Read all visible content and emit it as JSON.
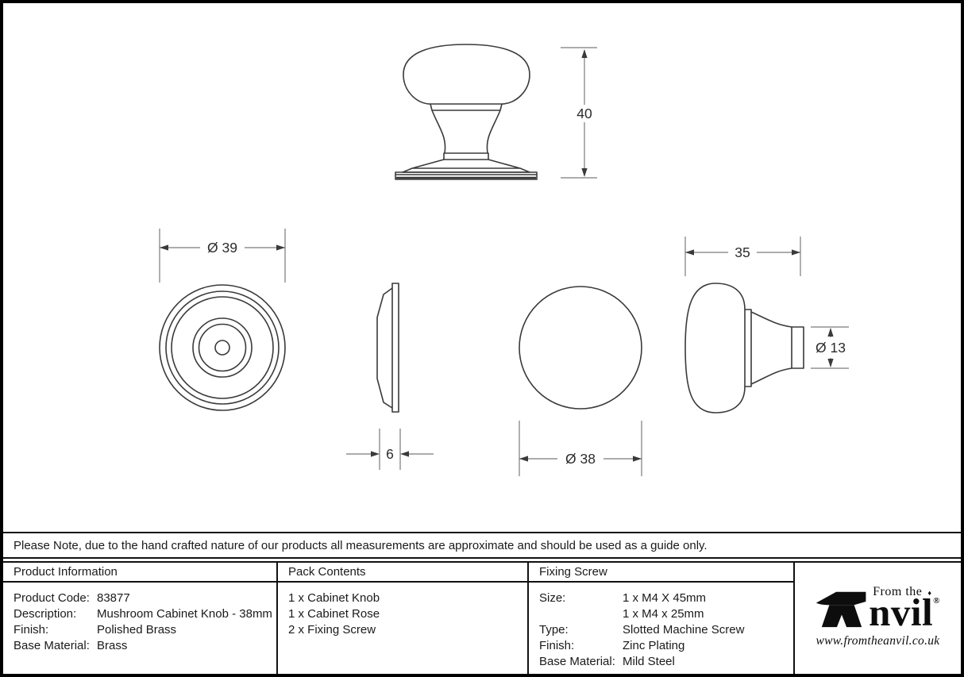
{
  "sheet": {
    "note": "Please Note, due to the hand crafted nature of our products all measurements are approximate and should be used as a guide only."
  },
  "dimensions": {
    "knob_height": "40",
    "rose_diameter": "Ø 39",
    "rose_depth": "6",
    "knob_diameter": "Ø 38",
    "knob_projection": "35",
    "neck_diameter": "Ø 13"
  },
  "product_information": {
    "header": "Product Information",
    "rows": [
      {
        "label": "Product Code:",
        "value": "83877"
      },
      {
        "label": "Description:",
        "value": "Mushroom Cabinet Knob - 38mm"
      },
      {
        "label": "Finish:",
        "value": "Polished Brass"
      },
      {
        "label": "Base Material:",
        "value": "Brass"
      }
    ]
  },
  "pack_contents": {
    "header": "Pack Contents",
    "items": [
      "1 x Cabinet Knob",
      "1 x Cabinet Rose",
      "2 x Fixing Screw"
    ]
  },
  "fixing_screw": {
    "header": "Fixing Screw",
    "rows": [
      {
        "label": "Size:",
        "value": "1 x M4 X 45mm"
      },
      {
        "label": "",
        "value": "1 x M4 x 25mm"
      },
      {
        "label": "Type:",
        "value": "Slotted Machine Screw"
      },
      {
        "label": "Finish:",
        "value": "Zinc Plating"
      },
      {
        "label": "Base Material:",
        "value": "Mild Steel"
      }
    ]
  },
  "brand": {
    "tagline": "From the",
    "name_rest": "nvil",
    "registered": "®",
    "url": "www.fromtheanvil.co.uk"
  },
  "icons": {
    "anvil": "anvil-icon",
    "diamond": "♦"
  },
  "colors": {
    "object_line": "#3a3a3a",
    "dimension_line": "#7a7a7a",
    "arrow": "#3a3a3a",
    "text": "#1a1a1a",
    "border": "#000000",
    "background": "#ffffff"
  }
}
